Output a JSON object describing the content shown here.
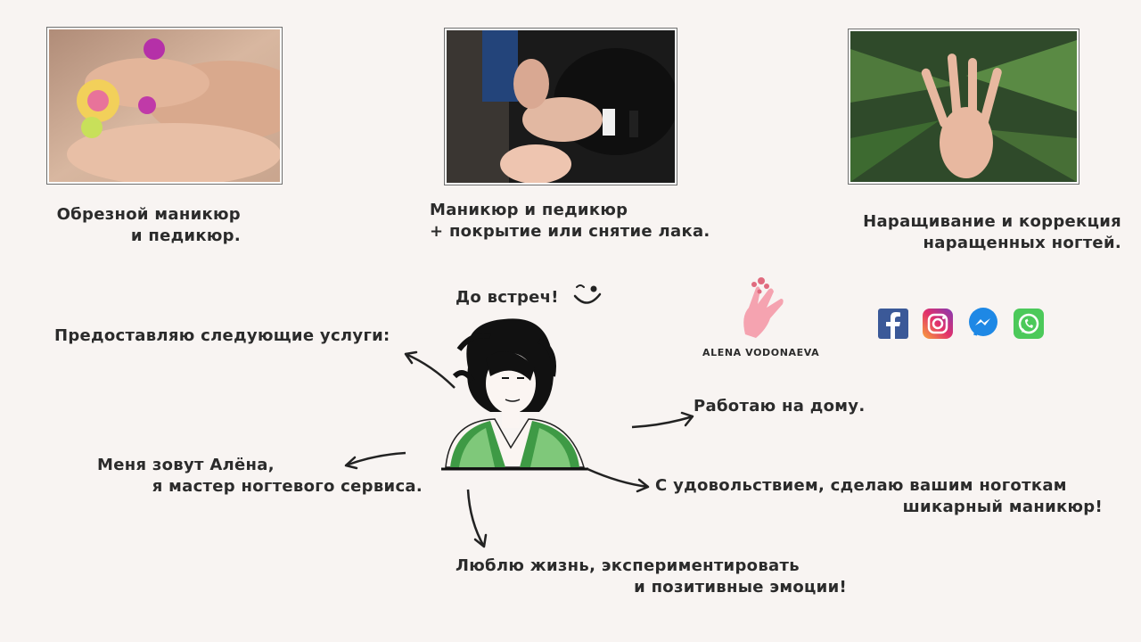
{
  "services": [
    {
      "line1": "Обрезной маникюр",
      "line2": "и педикюр.",
      "image": "pedicure-photo"
    },
    {
      "line1": "Маникюр и педикюр",
      "line2": "+ покрытие или снятие лака.",
      "image": "manicure-photo"
    },
    {
      "line1": "Наращивание  и  коррекция",
      "line2": "наращенных ногтей.",
      "image": "nail-extension-photo"
    }
  ],
  "greeting": "До встреч!",
  "intro": {
    "services_offer": "Предоставляю следующие услуги:",
    "name_line1": "Меня зовут Алёна,",
    "name_line2": "я мастер ногтевого сервиса.",
    "work_home": "Работаю на дому.",
    "promise_line1": "С удовольствием, сделаю вашим ноготкам",
    "promise_line2": "шикарный маникюр!",
    "life_line1": "Люблю жизнь, экспериментировать",
    "life_line2": "и позитивные эмоции!"
  },
  "brand": {
    "name": "ALENA VODONAEVA",
    "color": "#f08a9a"
  },
  "social": [
    {
      "icon": "facebook-icon",
      "color": "#3b5998"
    },
    {
      "icon": "instagram-icon",
      "color": "#c13584"
    },
    {
      "icon": "messenger-icon",
      "color": "#1e88e5"
    },
    {
      "icon": "whatsapp-icon",
      "color": "#4cc95a"
    }
  ]
}
